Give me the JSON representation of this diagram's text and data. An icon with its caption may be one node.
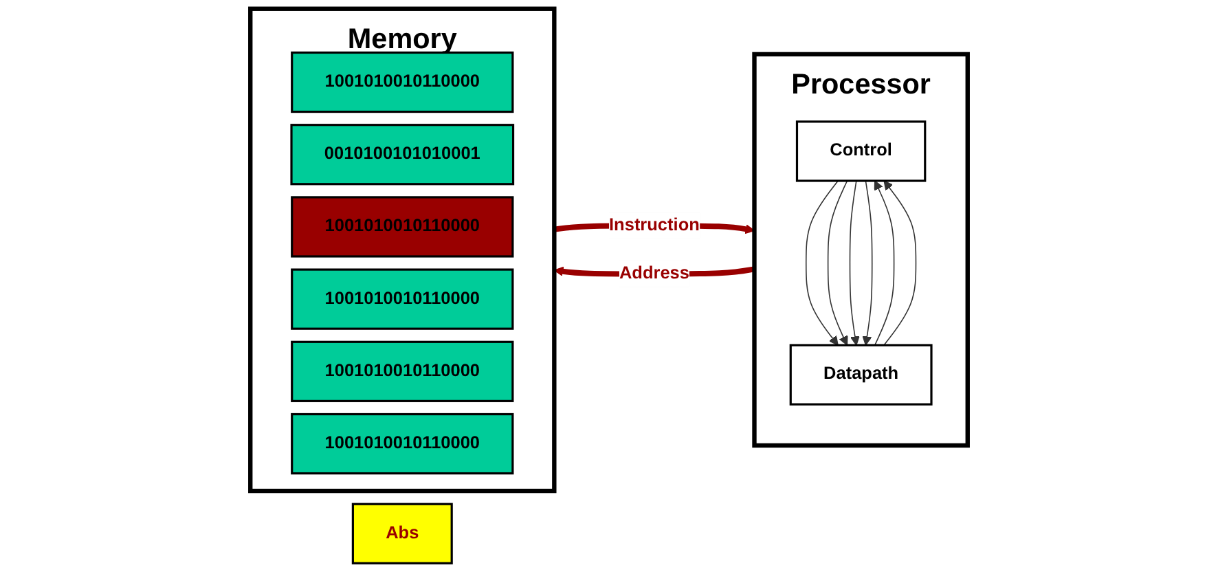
{
  "diagram": {
    "nodes": [
      {
        "text": [
          "Processor"
        ]
      },
      {
        "text": [
          "Control"
        ],
        "in": 0
      },
      {
        "text": [
          "Datapath"
        ],
        "in": 0
      },
      {
        "text": [
          "Memory"
        ]
      },
      {
        "text": [
          "1001010010110000"
        ],
        "in": 3
      },
      {
        "text": [
          "0010100101010001"
        ],
        "in": 3
      },
      {
        "text": [
          "1001010010110000"
        ],
        "in": 3
      },
      {
        "text": [
          "1001010010110000"
        ],
        "in": 3
      },
      {
        "text": [
          "1001010010110000"
        ],
        "in": 3
      },
      {
        "text": [
          "1001010010110000"
        ],
        "in": 3
      },
      {
        "text": [
          "Abs"
        ]
      }
    ],
    "edges": [
      {
        "from": 2,
        "to": 1,
        "arrow": "to"
      },
      {
        "from": 2,
        "to": 1,
        "arrow": "to"
      },
      {
        "from": 1,
        "to": 2,
        "arrow": "to"
      },
      {
        "from": 1,
        "to": 2,
        "arrow": "to"
      },
      {
        "from": 1,
        "to": 2,
        "arrow": "to"
      },
      {
        "from": 1,
        "to": 2,
        "arrow": "to"
      },
      {
        "from": 0,
        "to": 3,
        "arrow": "to",
        "label": "Address",
        "style": "thick",
        "color": "#990000"
      },
      {
        "from": 3,
        "to": 0,
        "arrow": "to",
        "label": "Instruction",
        "style": "thick",
        "color": "#990000"
      }
    ]
  }
}
